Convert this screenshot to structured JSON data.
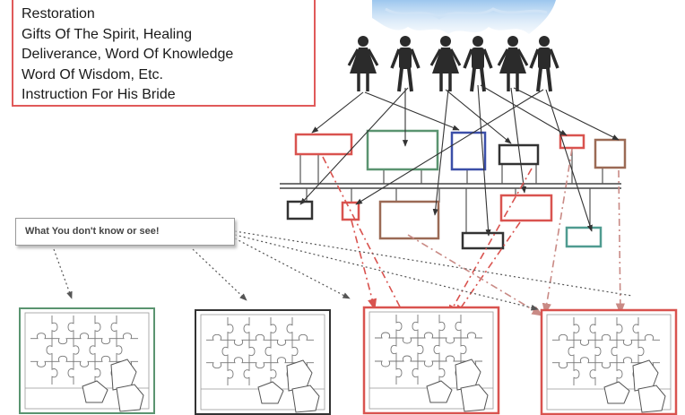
{
  "gifts_list": {
    "lines": [
      "Restoration",
      "Gifts Of The Spirit, Healing",
      "Deliverance, Word Of Knowledge",
      "Word Of Wisdom, Etc.",
      "Instruction For His Bride"
    ]
  },
  "unknown_label": "What You don't know or see!",
  "colors": {
    "red": "#d9534f",
    "green": "#5a9470",
    "blue": "#3b4fa8",
    "brown": "#9b6a55",
    "dark": "#333333",
    "teal": "#4f9b90",
    "cloud": "#8ab8e6",
    "figure": "#2b2b2b"
  },
  "figures": [
    {
      "gender": "female"
    },
    {
      "gender": "male"
    },
    {
      "gender": "female"
    },
    {
      "gender": "male"
    },
    {
      "gender": "female"
    },
    {
      "gender": "male"
    }
  ],
  "top_boxes": [
    "red",
    "green",
    "blue",
    "dark",
    "red",
    "brown"
  ],
  "bottom_boxes": [
    "dark",
    "red",
    "brown",
    "dark",
    "red",
    "teal"
  ],
  "puzzles": [
    {
      "frame_color": "green",
      "highlighted": false
    },
    {
      "frame_color": "dark",
      "highlighted": false
    },
    {
      "frame_color": "red",
      "highlighted": true
    },
    {
      "frame_color": "red",
      "highlighted": true
    }
  ]
}
